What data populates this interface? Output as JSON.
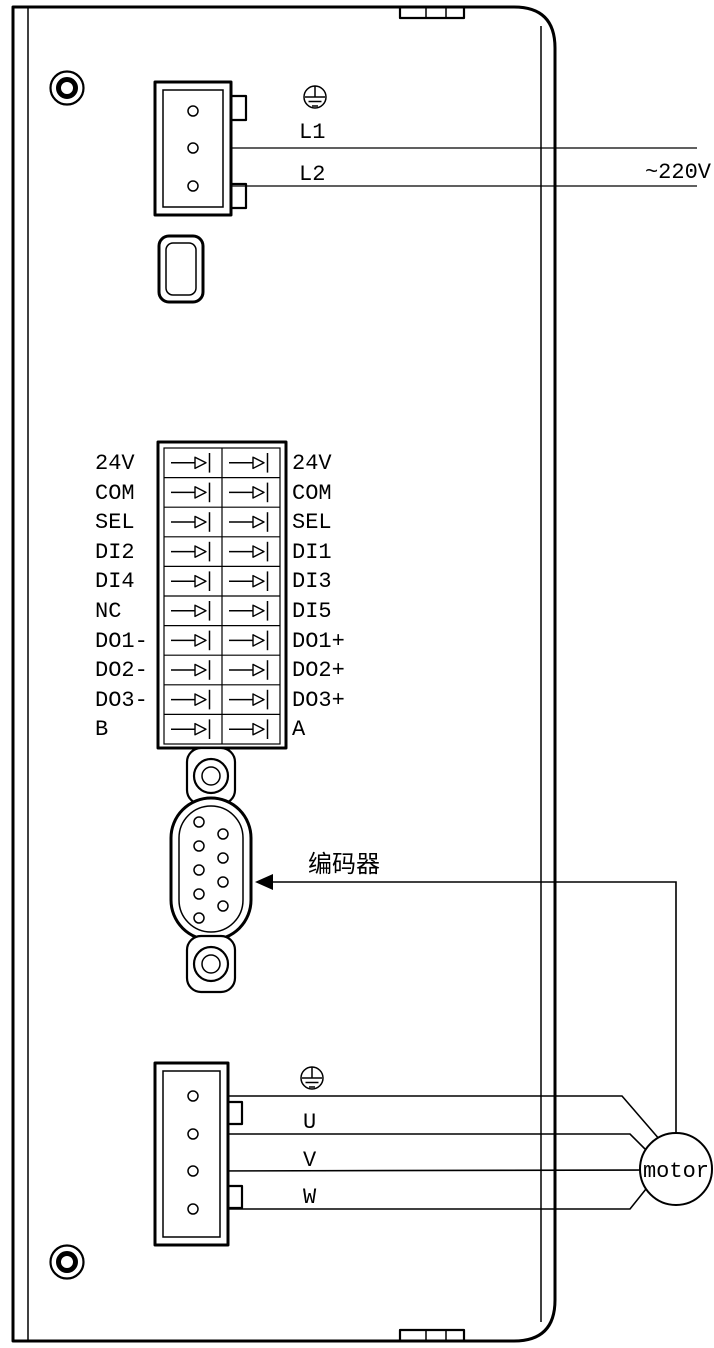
{
  "top_power": {
    "l1": "L1",
    "l2": "L2",
    "voltage": "~220V"
  },
  "io_block": {
    "rows": [
      {
        "left": "24V",
        "right": "24V"
      },
      {
        "left": "COM",
        "right": "COM"
      },
      {
        "left": "SEL",
        "right": "SEL"
      },
      {
        "left": "DI2",
        "right": "DI1"
      },
      {
        "left": "DI4",
        "right": "DI3"
      },
      {
        "left": "NC",
        "right": "DI5"
      },
      {
        "left": "DO1-",
        "right": "DO1+"
      },
      {
        "left": "DO2-",
        "right": "DO2+"
      },
      {
        "left": "DO3-",
        "right": "DO3+"
      },
      {
        "left": "B",
        "right": "A"
      }
    ]
  },
  "encoder": {
    "label": "编码器"
  },
  "motor_power": {
    "u": "U",
    "v": "V",
    "w": "W",
    "motor_label": "motor"
  },
  "icons": {
    "ground_top": "earth-ground-icon",
    "ground_bottom": "earth-ground-icon"
  },
  "colors": {
    "line": "#000000",
    "background": "#ffffff"
  }
}
